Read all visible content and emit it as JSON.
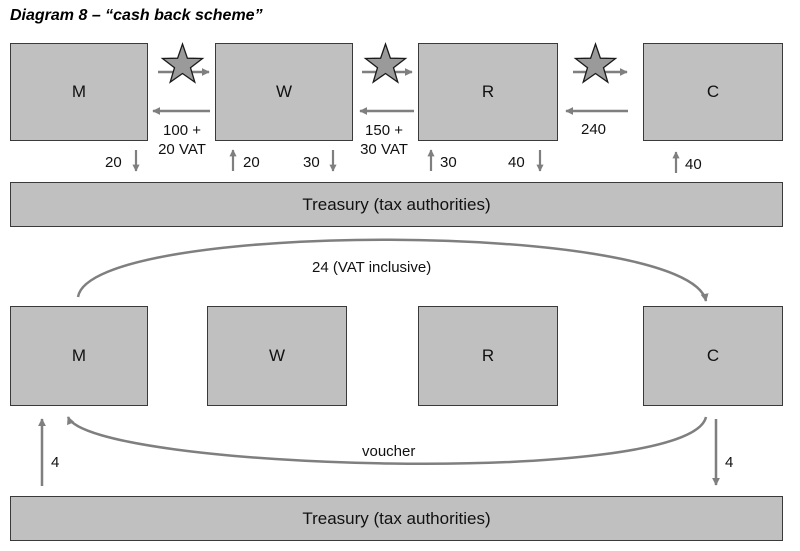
{
  "title": "Diagram 8 – “cash back scheme”",
  "top": {
    "boxes": [
      "M",
      "W",
      "R",
      "C"
    ],
    "treasury": "Treasury (tax authorities)",
    "flows": {
      "w_to_m_line1": "100 +",
      "w_to_m_line2": "20 VAT",
      "r_to_w_line1": "150 +",
      "r_to_w_line2": "30 VAT",
      "c_to_r": "240"
    },
    "taxes": {
      "m_out": "20",
      "w_in": "20",
      "w_out": "30",
      "r_in": "30",
      "r_out": "40",
      "c_in": "40"
    }
  },
  "bottom": {
    "boxes": [
      "M",
      "W",
      "R",
      "C"
    ],
    "treasury": "Treasury (tax authorities)",
    "arc_top_label": "24 (VAT inclusive)",
    "arc_bottom_label": "voucher",
    "m_in": "4",
    "c_out": "4"
  },
  "colors": {
    "box_fill": "#c0c0c0",
    "arrow": "#7f7f7f",
    "border": "#3a3a3a"
  }
}
